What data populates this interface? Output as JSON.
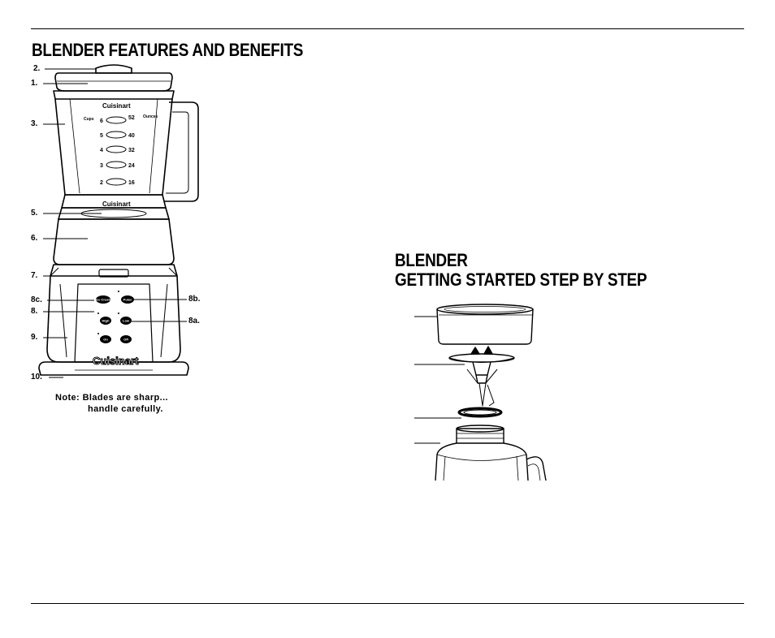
{
  "features": {
    "title": "BLENDER FEATURES AND BENEFITS",
    "callouts": {
      "c1": "1.",
      "c2": "2.",
      "c3": "3.",
      "c5": "5.",
      "c6": "6.",
      "c7": "7.",
      "c8c": "8c.",
      "c8": "8.",
      "c9": "9.",
      "c10": "10.",
      "c8b": "8b.",
      "c8a": "8a."
    },
    "note_line1": "Note: Blades are sharp...",
    "note_line2": "handle carefully."
  },
  "jar_markings": {
    "brand_top": "Cuisinart",
    "brand_bottom": "Cuisinart",
    "cups_label": "Cups",
    "ounces_label": "Ounces",
    "cups": [
      "6",
      "5",
      "4",
      "3",
      "2"
    ],
    "ounces": [
      "52",
      "40",
      "32",
      "24",
      "16"
    ]
  },
  "control_panel": {
    "btn_ice_crush": "Ice Crush",
    "btn_pulse": "Pulse",
    "btn_high": "High",
    "btn_low": "Low",
    "btn_on": "On",
    "btn_off": "Off",
    "base_brand": "Cuisinart"
  },
  "getting_started": {
    "title_line1": "BLENDER",
    "title_line2": "GETTING STARTED STEP BY STEP"
  }
}
